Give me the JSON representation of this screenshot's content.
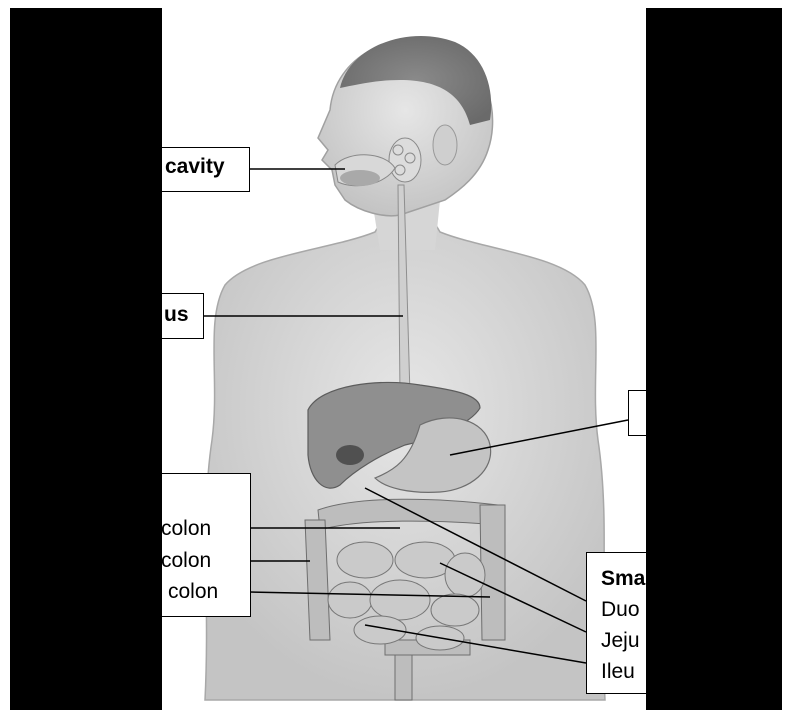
{
  "labels": {
    "oral_cavity": "cavity",
    "esophagus": "us",
    "large_intestine": {
      "transverse": "colon",
      "ascending": "colon",
      "descending": "colon"
    },
    "small_intestine": {
      "title": "Sma",
      "parts": [
        "Duo",
        "Jeju",
        "Ileu"
      ]
    }
  },
  "colors": {
    "mask": "#000000",
    "line": "#000000",
    "box": "#ffffff"
  }
}
